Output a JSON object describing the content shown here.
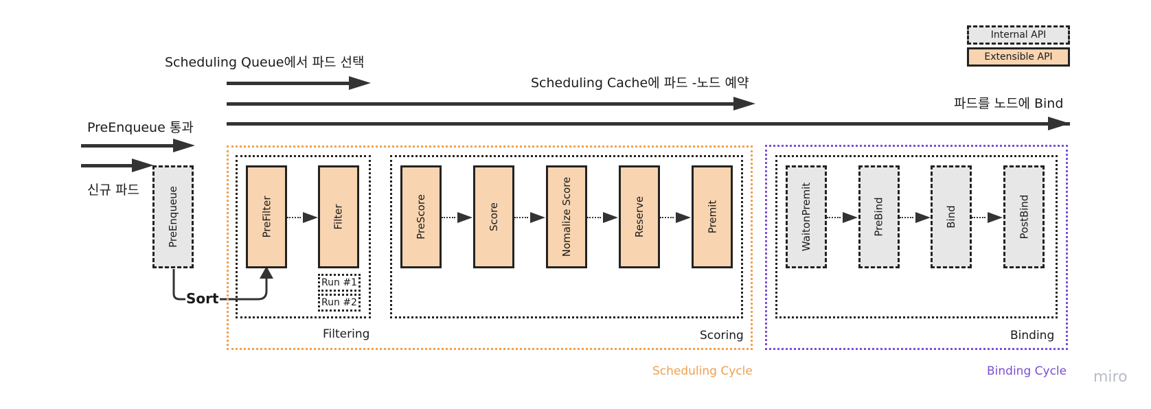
{
  "legend": {
    "internal_api": "Internal API",
    "extensible_api": "Extensible API"
  },
  "arrows": {
    "queue_select": "Scheduling Queue에서 파드 선택",
    "cache_reserve": "Scheduling Cache에 파드 -노드 예약",
    "bind_pod": "파드를 노드에 Bind",
    "preenqueue_pass": "PreEnqueue 통과",
    "new_pod": "신규 파드"
  },
  "preenqueue": {
    "label": "PreEnqueue"
  },
  "sort": {
    "label": "Sort"
  },
  "filtering": {
    "title": "Filtering",
    "stages": [
      "PreFilter",
      "Filter"
    ],
    "runs": [
      "Run #1",
      "Run #2"
    ]
  },
  "scoring": {
    "title": "Scoring",
    "stages": [
      "PreScore",
      "Score",
      "Nomalize Score",
      "Reserve",
      "Premit"
    ]
  },
  "binding": {
    "title": "Binding",
    "stages": [
      "WaitonPremit",
      "PreBind",
      "Bind",
      "PostBind"
    ]
  },
  "cycles": {
    "scheduling": "Scheduling Cycle",
    "binding": "Binding Cycle"
  },
  "watermark": "miro",
  "colors": {
    "extensible_fill": "#f8d4b0",
    "internal_fill": "#e7e7e7",
    "scheduling_cycle": "#f0a050",
    "binding_cycle": "#7a4fd0"
  }
}
